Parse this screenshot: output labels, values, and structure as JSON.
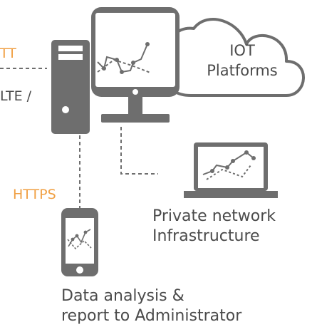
{
  "labels": {
    "mqtt_fragment": "TT",
    "lte_fragment": "LTE /",
    "https": "HTTPS",
    "cloud_line1": "IOT",
    "cloud_line2": "Platforms",
    "private_line1": "Private network",
    "private_line2": "Infrastructure",
    "admin_line1": "Data analysis &",
    "admin_line2": "report to Administrator"
  },
  "colors": {
    "device_gray": "#6e6e6e",
    "accent_orange": "#f0a044",
    "text_gray": "#4b4b4b"
  },
  "icons": [
    "computer-tower-icon",
    "monitor-icon",
    "cloud-icon",
    "laptop-icon",
    "smartphone-icon",
    "line-chart-icon"
  ]
}
